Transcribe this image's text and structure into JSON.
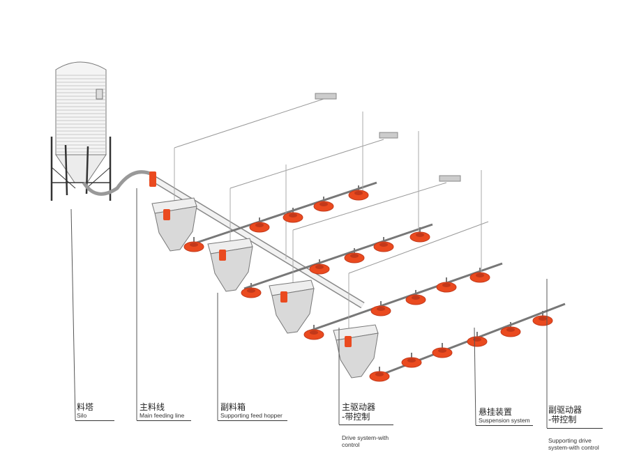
{
  "diagram": {
    "labels": [
      {
        "id": "silo",
        "zh": "料塔",
        "en": "Silo"
      },
      {
        "id": "main-feeding-line",
        "zh": "主料线",
        "en": "Main feeding line"
      },
      {
        "id": "supporting-feed-hopper",
        "zh": "副料箱",
        "en": "Supporting feed hopper"
      },
      {
        "id": "drive-system",
        "zh": "主驱动器\n-带控制",
        "en": "Drive system-with\ncontrol"
      },
      {
        "id": "suspension-system",
        "zh": "悬挂装置",
        "en": "Suspension system"
      },
      {
        "id": "supporting-drive-system",
        "zh": "副驱动器\n-带控制",
        "en": "Supporting drive\nsystem-with control"
      }
    ],
    "colors": {
      "line": "#666666",
      "pan": "#ea4a1f",
      "pan_dark": "#c2381a",
      "hopper": "#d9d9d9",
      "text": "#222222"
    }
  }
}
